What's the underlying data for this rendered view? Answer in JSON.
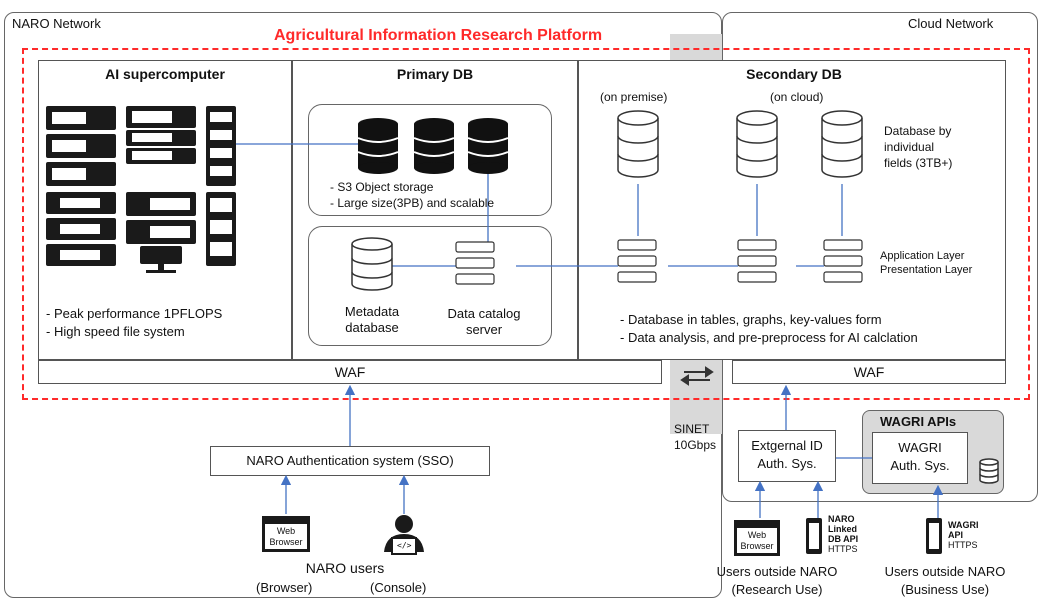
{
  "naro_network": "NARO Network",
  "cloud_network": "Cloud Network",
  "platform_title": "Agricultural Information Research Platform",
  "ai_supercomputer": {
    "title": "AI supercomputer",
    "bullet1": "- Peak performance  1PFLOPS",
    "bullet2": "- High speed file system"
  },
  "primary_db": {
    "title": "Primary DB",
    "s3_line1": "- S3 Object storage",
    "s3_line2": "- Large size(3PB) and scalable",
    "metadata_line1": "Metadata",
    "metadata_line2": "database",
    "catalog_line1": "Data catalog",
    "catalog_line2": "server"
  },
  "secondary_db": {
    "title": "Secondary DB",
    "on_premise": "(on premise)",
    "on_cloud": "(on cloud)",
    "db_fields_line1": "Database by",
    "db_fields_line2": "individual",
    "db_fields_line3": "fields (3TB+)",
    "app_layer": "Application Layer",
    "pres_layer": "Presentation Layer",
    "bullet1": "- Database in tables, graphs, key-values form",
    "bullet2": "- Data analysis, and pre-preprocess  for AI calclation"
  },
  "waf_left": "WAF",
  "waf_right": "WAF",
  "sinet_line1": "SINET",
  "sinet_line2": "10Gbps",
  "auth_system": "NARO Authentication system (SSO)",
  "external_id_line1": "Extgernal ID",
  "external_id_line2": "Auth. Sys.",
  "wagri_apis": "WAGRI APIs",
  "wagri_auth_line1": "WAGRI",
  "wagri_auth_line2": "Auth. Sys.",
  "browser_icon_line1": "Web",
  "browser_icon_line2": "Browser",
  "naro_users": "NARO users",
  "browser_label": "(Browser)",
  "console_label": "(Console)",
  "naro_linked_line1": "NARO",
  "naro_linked_line2": "Linked",
  "naro_linked_line3": "DB API",
  "naro_linked_line4": "HTTPS",
  "wagri_api_line1": "WAGRI",
  "wagri_api_line2": "API",
  "wagri_api_line3": "HTTPS",
  "users_research_line1": "Users outside NARO",
  "users_research_line2": "(Research Use)",
  "users_business_line1": "Users outside NARO",
  "users_business_line2": "(Business Use)",
  "colors": {
    "accent_red": "#ff2a2a",
    "line_blue": "#4472c4",
    "sinet_gray": "#d9d9d9"
  }
}
